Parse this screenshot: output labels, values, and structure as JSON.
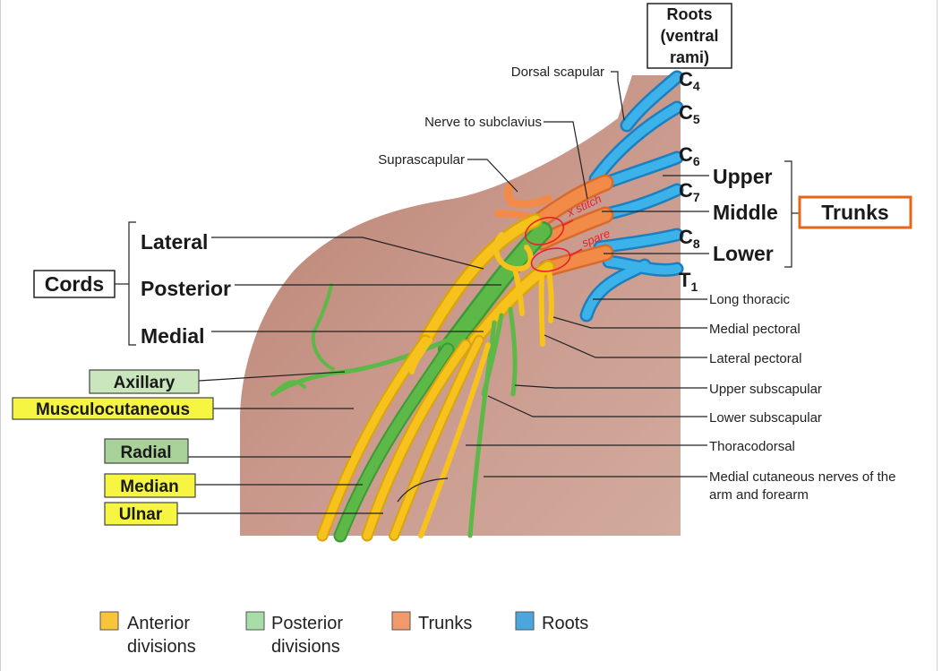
{
  "header": {
    "roots_lines": [
      "Roots",
      "(ventral",
      "rami)"
    ]
  },
  "roots": [
    "C",
    "C",
    "C",
    "C",
    "C",
    "T"
  ],
  "roots_subscripts": [
    "4",
    "5",
    "6",
    "7",
    "8",
    "1"
  ],
  "trunks": {
    "items": [
      "Upper",
      "Middle",
      "Lower"
    ],
    "group_label": "Trunks",
    "group_color": "#e8641a"
  },
  "cords": {
    "items": [
      "Lateral",
      "Posterior",
      "Medial"
    ],
    "group_label": "Cords"
  },
  "top_nerves": [
    "Dorsal scapular",
    "Nerve to subclavius",
    "Suprascapular"
  ],
  "right_nerves": [
    "Long thoracic",
    "Medial pectoral",
    "Lateral pectoral",
    "Upper subscapular",
    "Lower subscapular",
    "Thoracodorsal",
    "Medial cutaneous nerves of the",
    "arm and forearm"
  ],
  "terminal_branches": [
    {
      "label": "Axillary",
      "fill": "#c9e6bd"
    },
    {
      "label": "Musculocutaneous",
      "fill": "#f5f542"
    },
    {
      "label": "Radial",
      "fill": "#a9d29a"
    },
    {
      "label": "Median",
      "fill": "#f5f542"
    },
    {
      "label": "Ulnar",
      "fill": "#f5f542"
    }
  ],
  "annotations": [
    "x stitch",
    "spare"
  ],
  "legend": [
    {
      "lines": [
        "Anterior",
        "divisions"
      ],
      "color": "#f7c43a"
    },
    {
      "lines": [
        "Posterior",
        "divisions"
      ],
      "color": "#a8dca8"
    },
    {
      "lines": [
        "Trunks"
      ],
      "color": "#f29a6b"
    },
    {
      "lines": [
        "Roots"
      ],
      "color": "#4aa6dc"
    }
  ],
  "colors": {
    "roots": "#36a9e0",
    "trunks": "#f08a45",
    "anterior": "#f7c21c",
    "posterior": "#5cb847",
    "skin": "#c6907c"
  }
}
